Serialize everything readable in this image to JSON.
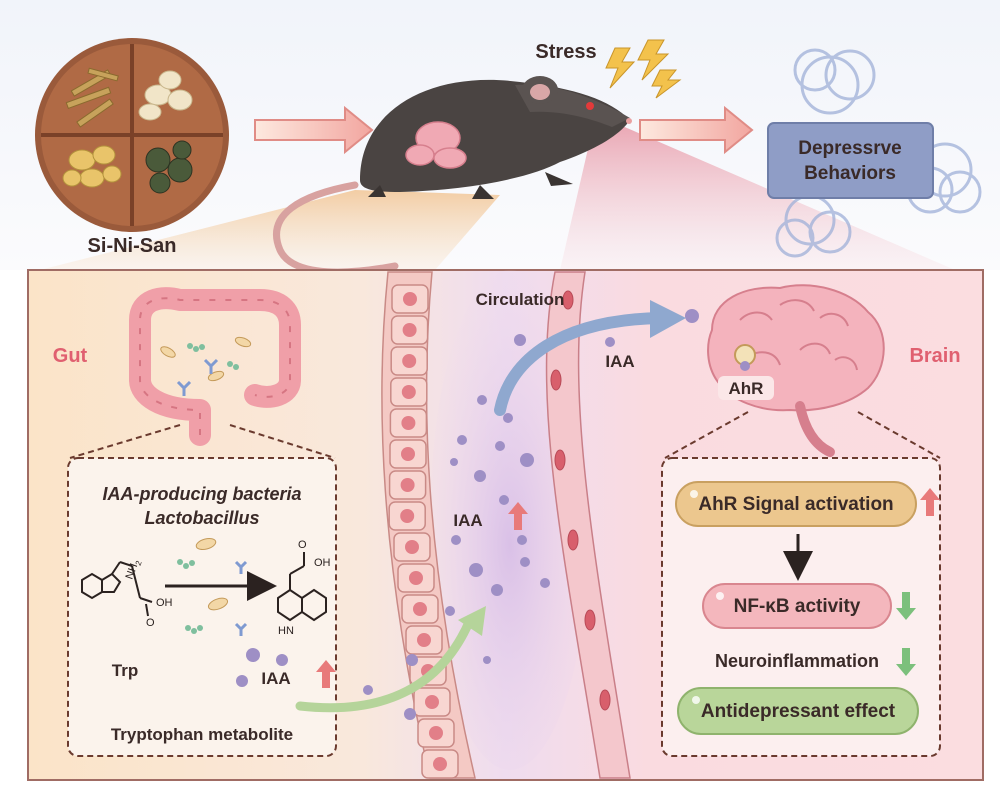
{
  "top": {
    "herbal_label": "Si-Ni-San",
    "stress_label": "Stress",
    "outcome_box": {
      "line1": "Depressrve",
      "line2": "Behaviors"
    }
  },
  "regions": {
    "gut_label": "Gut",
    "circulation_label": "Circulation",
    "brain_label": "Brain",
    "iaa_brain": "IAA",
    "ahr_label": "AhR"
  },
  "gut_box": {
    "bacteria_line1": "IAA-producing bacteria",
    "bacteria_line2": "Lactobacillus",
    "trp_label": "Trp",
    "iaa_label": "IAA",
    "metabolite_label": "Tryptophan metabolite",
    "chem": {
      "nh2": "NH",
      "nh2_sub": "2",
      "oh": "OH",
      "o": "O",
      "hn": "HN"
    }
  },
  "circulation": {
    "iaa_label": "IAA"
  },
  "brain_box": {
    "ahr_activation": "AhR Signal activation",
    "nfkb": "NF-κB activity",
    "neuroinflammation": "Neuroinflammation",
    "antidepressant": "Antidepressant effect"
  },
  "colors": {
    "gut_accent": "#e06070",
    "up_arrow": "#e87a7a",
    "down_arrow": "#7cc07c",
    "circulation_arrow": "#8fa8cf",
    "gut_arrow": "#b5d49a",
    "particle": "#9e8fc5",
    "ahr_pill": "#ecc78e",
    "nfkb_pill": "#f4b7bd",
    "antidep_pill": "#b9d69a",
    "outcome_box": "#8f9dc6"
  }
}
